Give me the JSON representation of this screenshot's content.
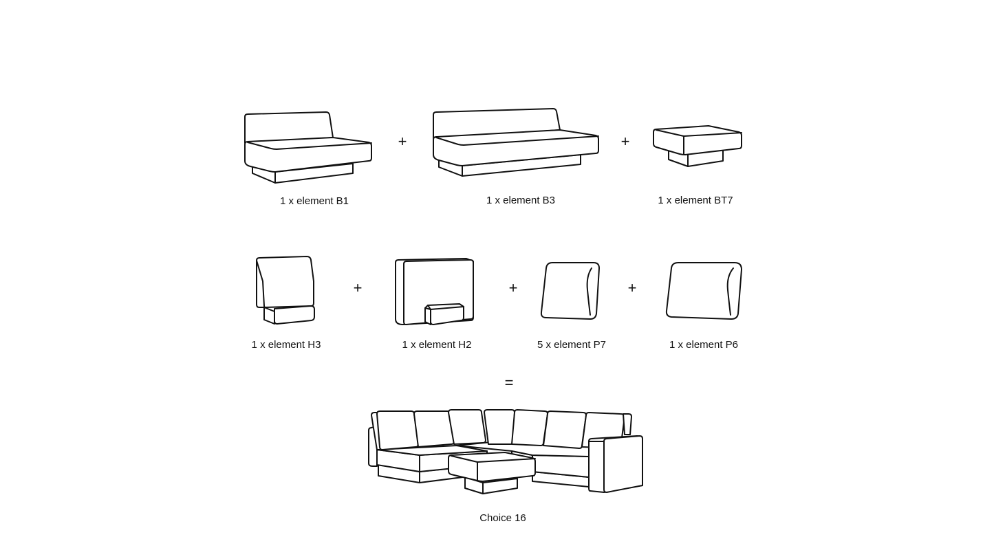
{
  "row1": {
    "items": [
      {
        "icon": "sofa-module-b1-icon",
        "label": "1 x element B1"
      },
      {
        "icon": "sofa-module-b3-icon",
        "label": "1 x element B3"
      },
      {
        "icon": "table-module-bt7-icon",
        "label": "1 x element BT7"
      }
    ],
    "operators": [
      "+",
      "+"
    ]
  },
  "row2": {
    "items": [
      {
        "icon": "armrest-module-h3-icon",
        "label": "1 x element H3"
      },
      {
        "icon": "armrest-module-h2-icon",
        "label": "1 x element H2"
      },
      {
        "icon": "cushion-p7-icon",
        "label": "5 x element P7"
      },
      {
        "icon": "cushion-p6-icon",
        "label": "1 x element P6"
      }
    ],
    "operators": [
      "+",
      "+",
      "+"
    ]
  },
  "result": {
    "operator": "=",
    "icon": "corner-sofa-configuration-icon",
    "label": "Choice 16"
  }
}
